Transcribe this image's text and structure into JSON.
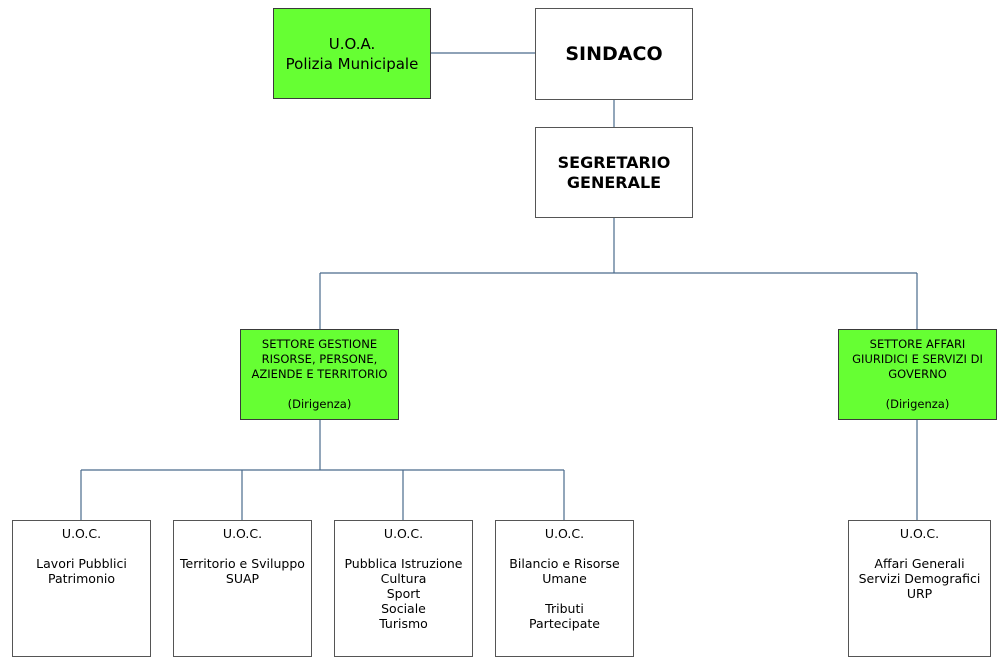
{
  "diagram": {
    "uoa": {
      "lines": [
        "U.O.A.",
        "Polizia Municipale"
      ]
    },
    "sindaco": {
      "label": "SINDACO"
    },
    "segretario": {
      "lines": [
        "SEGRETARIO",
        "GENERALE"
      ]
    },
    "settore1": {
      "lines": [
        "SETTORE GESTIONE",
        "RISORSE, PERSONE,",
        "AZIENDE E TERRITORIO"
      ],
      "sub": "(Dirigenza)"
    },
    "settore2": {
      "lines": [
        "SETTORE AFFARI",
        "GIURIDICI E SERVIZI DI",
        "GOVERNO"
      ],
      "sub": "(Dirigenza)"
    },
    "uoc_label": "U.O.C.",
    "uoc1": [
      "Lavori Pubblici",
      "Patrimonio"
    ],
    "uoc2": [
      "Territorio e Sviluppo",
      "SUAP"
    ],
    "uoc3": [
      "Pubblica Istruzione",
      "Cultura",
      "Sport",
      "Sociale",
      "Turismo"
    ],
    "uoc4": {
      "lines": [
        "Bilancio e Risorse",
        "Umane"
      ],
      "lines2": [
        "Tributi",
        "Partecipate"
      ]
    },
    "uoc5": [
      "Affari Generali",
      "Servizi Demografici",
      "URP"
    ],
    "colors": {
      "green": "#66ff33",
      "connector": "#4a6a8c",
      "border": "#555555"
    }
  }
}
